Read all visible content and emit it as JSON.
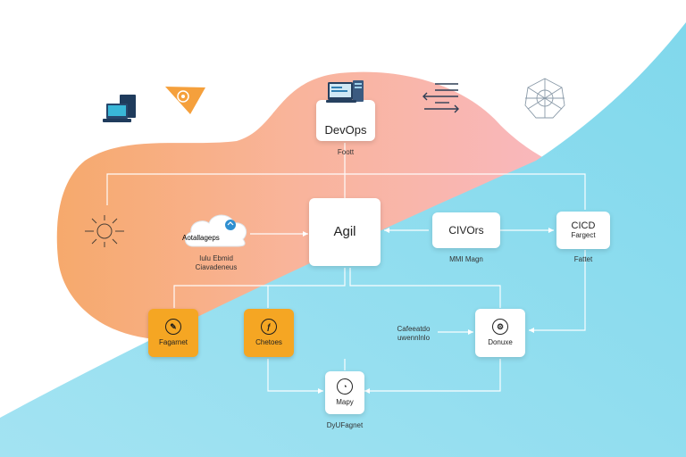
{
  "diagram": {
    "colors": {
      "salmon_blob": "#f7b0a6",
      "orange_blob": "#f6a96c",
      "cyan_wedge": "#86dcee",
      "orange_box": "#f5a623",
      "connector": "#ffffff"
    },
    "nodes": {
      "devops": {
        "label": "DevOps",
        "caption": "Foott"
      },
      "agil": {
        "label": "Agil"
      },
      "cloud": {
        "label": "Aotallageps",
        "caption_line1": "Iulu Ebmid",
        "caption_line2": "Ciavadeneus"
      },
      "civors": {
        "label": "CIVOrs",
        "caption": "MMI Magn"
      },
      "cicd": {
        "label_line1": "CICD",
        "label_line2": "Fargect",
        "caption": "Fattet"
      },
      "fargarnet": {
        "label": "Fagarnet"
      },
      "chetoes": {
        "label": "Chetoes"
      },
      "donuxe": {
        "label": "Donuxe"
      },
      "mapy": {
        "label": "Mapy",
        "caption": "DyUFagnet"
      },
      "side_note": {
        "line1": "Cafeeatdo",
        "line2": "uwennlnlo"
      }
    },
    "decor_icons": [
      "laptop-icon",
      "orange-gear-flag-icon",
      "menu-arrows-icon",
      "network-globe-icon",
      "sun-icon"
    ]
  }
}
